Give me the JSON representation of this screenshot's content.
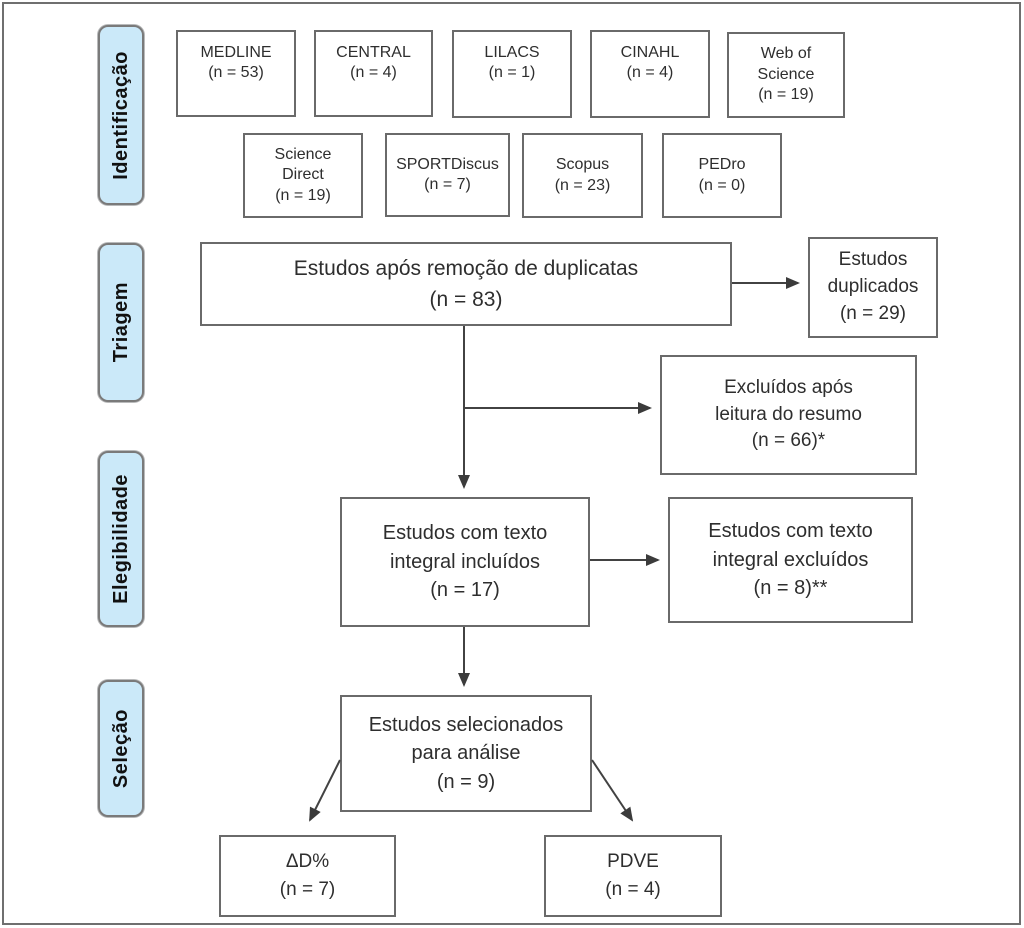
{
  "title": "PRISMA flow diagram (Portuguese) - study selection",
  "stage_labels": [
    "Identificação",
    "Triagem",
    "Elegibilidade",
    "Seleção"
  ],
  "databases": [
    {
      "lines": [
        "MEDLINE",
        "(n = 53)"
      ]
    },
    {
      "lines": [
        "CENTRAL",
        "(n = 4)"
      ]
    },
    {
      "lines": [
        "LILACS",
        "(n = 1)"
      ]
    },
    {
      "lines": [
        "CINAHL",
        "(n = 4)"
      ]
    },
    {
      "lines": [
        "Web of",
        "Science",
        "(n = 19)"
      ]
    },
    {
      "lines": [
        "Science",
        "Direct",
        "(n = 19)"
      ]
    },
    {
      "lines": [
        "SPORTDiscus",
        "(n = 7)"
      ]
    },
    {
      "lines": [
        "Scopus",
        "(n = 23)"
      ]
    },
    {
      "lines": [
        "PEDro",
        "(n = 0)"
      ]
    }
  ],
  "flow_boxes": {
    "dedup": {
      "lines": [
        "Estudos após remoção de duplicatas",
        "(n = 83)"
      ]
    },
    "duplicates": {
      "lines": [
        "Estudos",
        "duplicados",
        "(n = 29)"
      ]
    },
    "excluded_abstract": {
      "lines": [
        "Excluídos após",
        "leitura do resumo",
        "(n = 66)*"
      ]
    },
    "fulltext_included": {
      "lines": [
        "Estudos com texto",
        "integral incluídos",
        "(n = 17)"
      ]
    },
    "fulltext_excluded": {
      "lines": [
        "Estudos com texto",
        "integral excluídos",
        "(n = 8)**"
      ]
    },
    "selected": {
      "lines": [
        "Estudos selecionados",
        "para análise",
        "(n = 9)"
      ]
    },
    "outcome_dd": {
      "lines": [
        "ΔD%",
        "(n = 7)"
      ]
    },
    "outcome_pdve": {
      "lines": [
        "PDVE",
        "(n = 4)"
      ]
    }
  },
  "colors": {
    "stage_fill": "#cbe9f9",
    "stage_border": "#7a7a7a",
    "box_border": "#6a6a6a",
    "arrow": "#424242",
    "frame": "#6f6f6f",
    "text": "#2e2e2e"
  }
}
